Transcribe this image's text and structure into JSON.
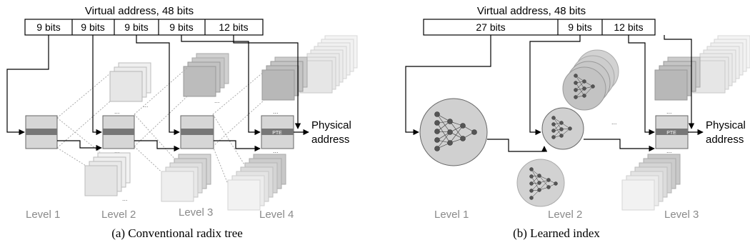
{
  "left": {
    "title": "Virtual address,  48 bits",
    "fields": [
      "9 bits",
      "9 bits",
      "9 bits",
      "9 bits",
      "12 bits"
    ],
    "levels": [
      "Level 1",
      "Level 2",
      "Level 3",
      "Level 4"
    ],
    "pte": "PTE",
    "output": [
      "Physical",
      "address"
    ],
    "ellipsis": "...",
    "caption": "(a) Conventional radix tree"
  },
  "right": {
    "title": "Virtual address,  48 bits",
    "fields": [
      "27 bits",
      "9 bits",
      "12 bits"
    ],
    "levels": [
      "Level 1",
      "Level 2",
      "Level 3"
    ],
    "pte": "PTE",
    "output": [
      "Physical",
      "address"
    ],
    "ellipsis": "...",
    "caption": "(b) Learned index"
  }
}
